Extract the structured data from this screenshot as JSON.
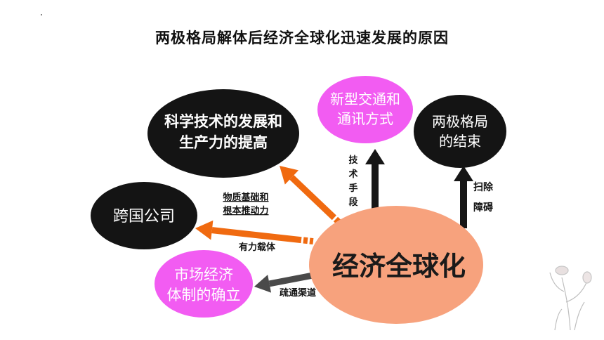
{
  "title": "两极格局解体后经济全球化迅速发展的原因",
  "center": "经济全球化",
  "nodes": {
    "science": [
      "科学技术的发展和",
      "生产力的提高"
    ],
    "transport": [
      "新型交通和",
      "通讯方式"
    ],
    "bipolar": [
      "两极格局",
      "的结束"
    ],
    "multinational": [
      "跨国公司"
    ],
    "market": [
      "市场经济",
      "体制的确立"
    ]
  },
  "edges": {
    "science": [
      "物质基础和",
      "根本推动力"
    ],
    "transport": [
      "技",
      "术",
      "手",
      "段"
    ],
    "bipolar": [
      "扫除",
      "障碍"
    ],
    "multinational": [
      "有力载体"
    ],
    "market": [
      "疏通渠道"
    ]
  },
  "colors": {
    "black_node": "#141414",
    "pink_node": "#f25cf2",
    "center_node": "#f7a27d",
    "orange_arrow": "#f06a10",
    "black_arrow": "#161616",
    "gray_arrow": "#4a4a4a"
  }
}
